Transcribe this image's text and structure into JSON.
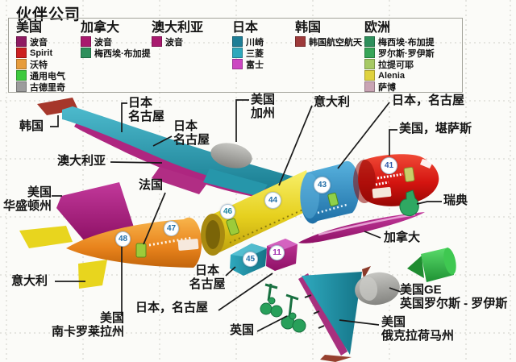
{
  "legend": {
    "title": "伙伴公司",
    "columns": [
      {
        "country": "美国",
        "items": [
          {
            "label": "波音",
            "color": "#8E1A62"
          },
          {
            "label": "Spirit",
            "color": "#CC1F1F"
          },
          {
            "label": "沃特",
            "color": "#E79C3C"
          },
          {
            "label": "通用电气",
            "color": "#3DC93D"
          },
          {
            "label": "古德里奇",
            "color": "#9C9C9C"
          }
        ]
      },
      {
        "country": "加拿大",
        "items": [
          {
            "label": "波音",
            "color": "#A81A6E"
          },
          {
            "label": "梅西埃·布加提",
            "color": "#2E8F5B"
          }
        ]
      },
      {
        "country": "澳大利亚",
        "items": [
          {
            "label": "波音",
            "color": "#A81A6E"
          }
        ]
      },
      {
        "country": "日本",
        "items": [
          {
            "label": "川崎",
            "color": "#1E7E96"
          },
          {
            "label": "三菱",
            "color": "#2FA8BC"
          },
          {
            "label": "富士",
            "color": "#CC46C2"
          }
        ]
      },
      {
        "country": "韩国",
        "items": [
          {
            "label": "韩国航空航天",
            "color": "#9E3A3A"
          }
        ]
      },
      {
        "country": "欧洲",
        "items": [
          {
            "label": "梅西埃·布加提",
            "color": "#2E8F5B"
          },
          {
            "label": "罗尔斯·罗伊斯",
            "color": "#37A557"
          },
          {
            "label": "拉提可耶",
            "color": "#A6C964"
          },
          {
            "label": "Alenia",
            "color": "#DFD23E"
          },
          {
            "label": "萨博",
            "color": "#C9A4B4"
          }
        ]
      }
    ]
  },
  "diagram": {
    "callouts": [
      {
        "id": "korea",
        "text": "韩国"
      },
      {
        "id": "japan-nagoya-wing-1",
        "text": "日本\n名古屋"
      },
      {
        "id": "japan-nagoya-wing-2",
        "text": "日本\n名古屋"
      },
      {
        "id": "australia",
        "text": "澳大利亚"
      },
      {
        "id": "usa-washington",
        "text": "美国\n华盛顿州"
      },
      {
        "id": "france",
        "text": "法国"
      },
      {
        "id": "usa-california",
        "text": "美国\n加州"
      },
      {
        "id": "italy-section44",
        "text": "意大利"
      },
      {
        "id": "japan-nagoya-section43",
        "text": "日本，名古屋"
      },
      {
        "id": "usa-kansas",
        "text": "美国，堪萨斯"
      },
      {
        "id": "sweden",
        "text": "瑞典"
      },
      {
        "id": "italy-stabilizer",
        "text": "意大利"
      },
      {
        "id": "usa-south-carolina",
        "text": "美国\n南卡罗莱拉州"
      },
      {
        "id": "japan-nagoya-section45",
        "text": "日本\n名古屋"
      },
      {
        "id": "japan-nagoya-bottom",
        "text": "日本，名古屋"
      },
      {
        "id": "uk",
        "text": "英国"
      },
      {
        "id": "canada",
        "text": "加拿大"
      },
      {
        "id": "engines",
        "text": "美国GE\n英国罗尔斯 - 罗伊斯"
      },
      {
        "id": "usa-oklahoma",
        "text": "美国\n俄克拉荷马州"
      }
    ],
    "sections": [
      {
        "num": "48",
        "color": "#2470A8"
      },
      {
        "num": "47",
        "color": "#2470A8"
      },
      {
        "num": "46",
        "color": "#1E86A0"
      },
      {
        "num": "44",
        "color": "#2470A8"
      },
      {
        "num": "43",
        "color": "#2470A8"
      },
      {
        "num": "41",
        "color": "#2E58A8"
      },
      {
        "num": "45",
        "color": "#2470A8"
      },
      {
        "num": "11",
        "color": "#A030B0"
      }
    ]
  }
}
